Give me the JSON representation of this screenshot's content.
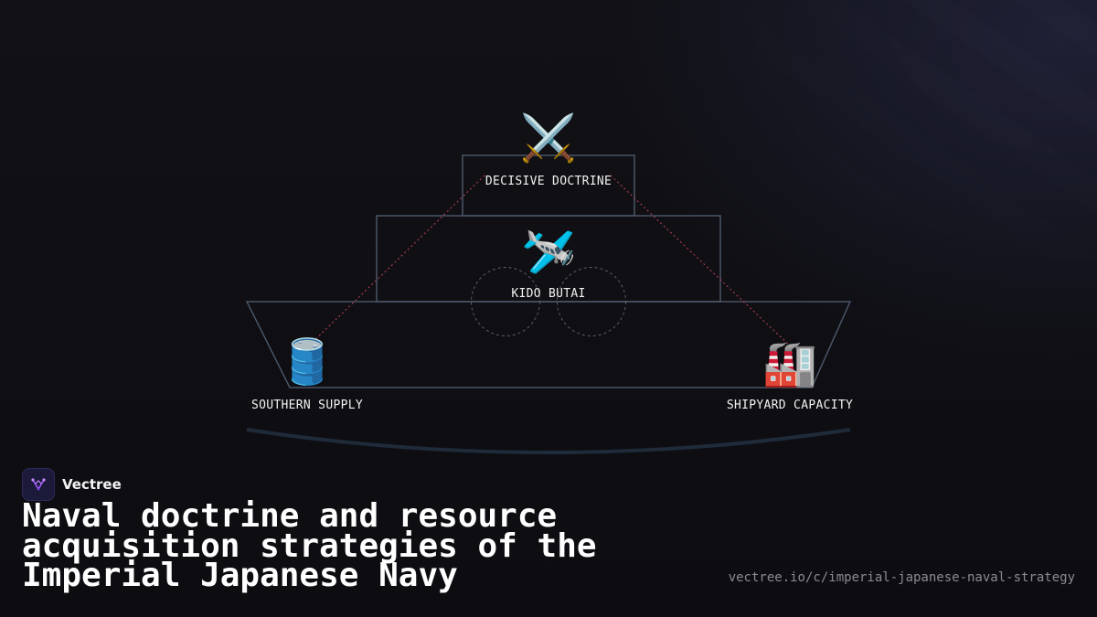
{
  "brand": {
    "name": "Vectree",
    "logo_icon": "vectree-logo-icon",
    "accent": "#a35cff"
  },
  "title": "Naval doctrine and resource acquisition strategies of the Imperial Japanese Navy",
  "url": "vectree.io/c/imperial-japanese-naval-strategy",
  "diagram": {
    "nodes": {
      "doctrine": {
        "label": "DECISIVE DOCTRINE",
        "icon": "crossed-swords-icon",
        "glyph": "⚔️"
      },
      "kido": {
        "label": "KIDO BUTAI",
        "icon": "airplane-icon",
        "glyph": "🛩️"
      },
      "supply": {
        "label": "SOUTHERN SUPPLY",
        "icon": "oil-drum-icon",
        "glyph": "🛢️"
      },
      "shipyard": {
        "label": "SHIPYARD CAPACITY",
        "icon": "factory-icon",
        "glyph": "🏭"
      }
    },
    "colors": {
      "outline": "#4a5566",
      "dashed_link": "#c2415c",
      "circle": "#5a5f6a",
      "waterline": "#1f2a3a"
    }
  }
}
